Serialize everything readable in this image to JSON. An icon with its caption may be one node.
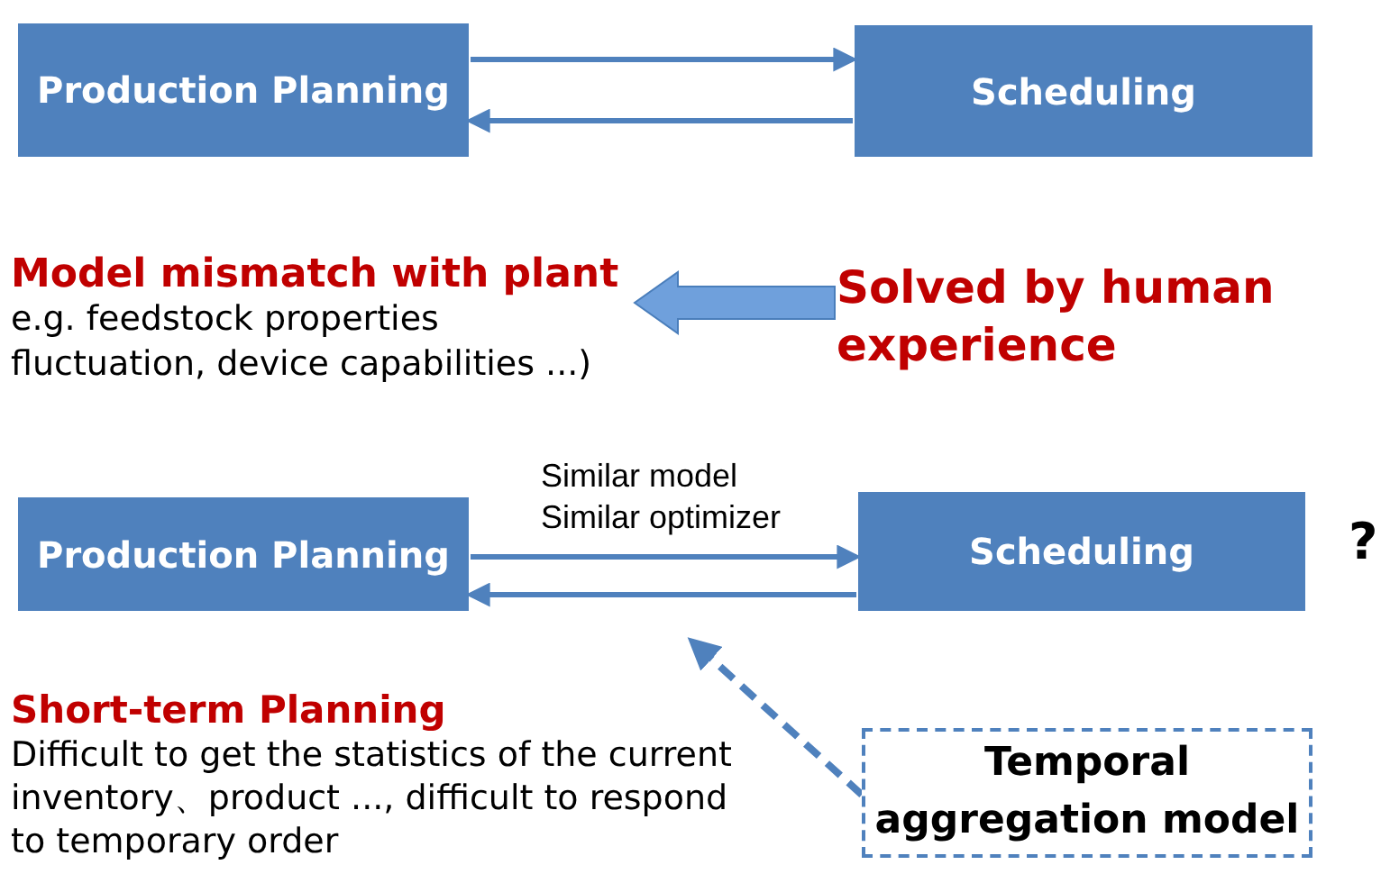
{
  "diagram": {
    "nodes": [
      {
        "text": [
          "Production Planning"
        ]
      },
      {
        "text": [
          "Scheduling"
        ]
      },
      {
        "text": [
          "Model mismatch with plant",
          "e.g. feedstock  properties fluctuation, device capabilities ...)"
        ]
      },
      {
        "text": [
          "Solved by human experience"
        ]
      },
      {
        "text": [
          "Production Planning"
        ]
      },
      {
        "text": [
          "Scheduling"
        ]
      },
      {
        "text": [
          "Temporal aggregation model"
        ]
      }
    ],
    "edges": [
      {
        "from": 0,
        "to": 1,
        "arrow": "to"
      },
      {
        "from": 1,
        "to": 0,
        "arrow": "to"
      },
      {
        "from": 3,
        "to": 2,
        "arrow": "to",
        "style": "thick",
        "color": "#6fa0dc"
      },
      {
        "from": 4,
        "to": 5,
        "arrow": "to",
        "label": "Similar model Similar optimizer"
      },
      {
        "from": 5,
        "to": 4,
        "arrow": "to"
      },
      {
        "from": 6,
        "to": null,
        "arrow": "to",
        "style": "dashed"
      }
    ],
    "labels": [
      "?",
      "Short-term Planning",
      "Difficult to get the statistics of the current inventory、product ..., difficult to respond to temporary order"
    ]
  }
}
